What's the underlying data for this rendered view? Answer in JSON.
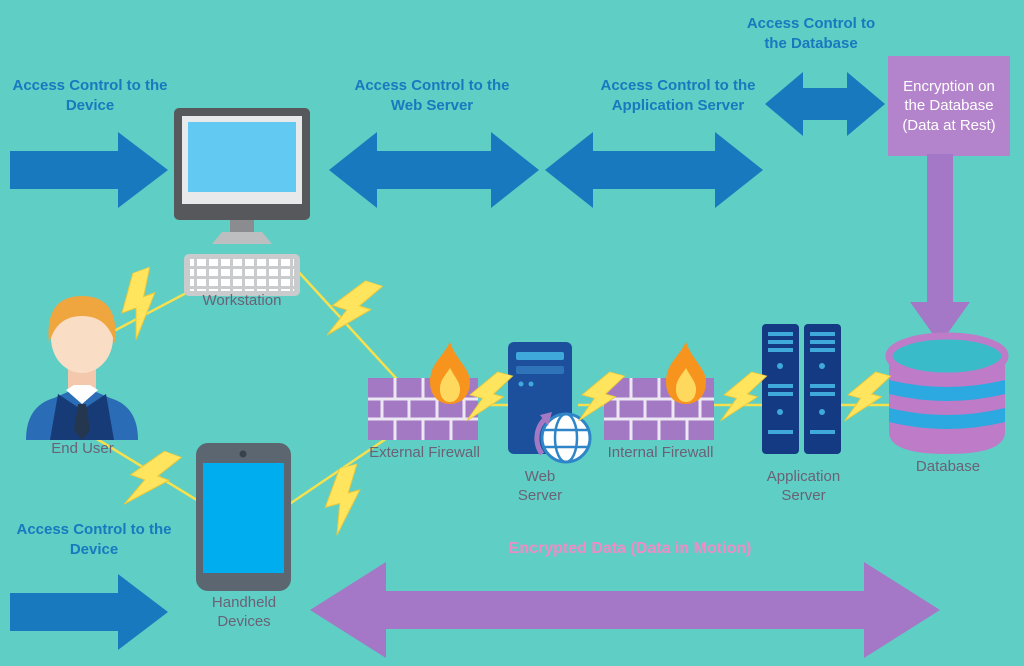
{
  "colors": {
    "background": "#5FCEC5",
    "arrow_blue": "#1879BE",
    "label_blue": "#1879BE",
    "purple_arrow": "#A478C6",
    "encryption_box_bg": "#B383CB",
    "encrypted_text_pink": "#F18BC6",
    "lightning_yellow": "#FFE45E",
    "firewall_brick": "#A479C4",
    "flame_orange": "#F7941E",
    "server_navy": "#16417F",
    "screen_cyan": "#62C9F2",
    "node_label": "#6A6276"
  },
  "arrows": {
    "access_device_top": "Access Control to the Device",
    "access_web_server": "Access Control to the Web Server",
    "access_app_server": "Access Control to the Application Server",
    "access_database": "Access Control to the Database",
    "access_device_bottom": "Access Control to the Device",
    "encrypted_data": "Encrypted Data (Data in Motion)"
  },
  "boxes": {
    "encryption": "Encryption on the Database (Data at Rest)"
  },
  "nodes": {
    "workstation": "Workstation",
    "end_user": "End User",
    "external_firewall": "External Firewall",
    "web_server": "Web Server",
    "internal_firewall": "Internal Firewall",
    "application_server": "Application Server",
    "database": "Database",
    "handheld_devices": "Handheld Devices"
  }
}
